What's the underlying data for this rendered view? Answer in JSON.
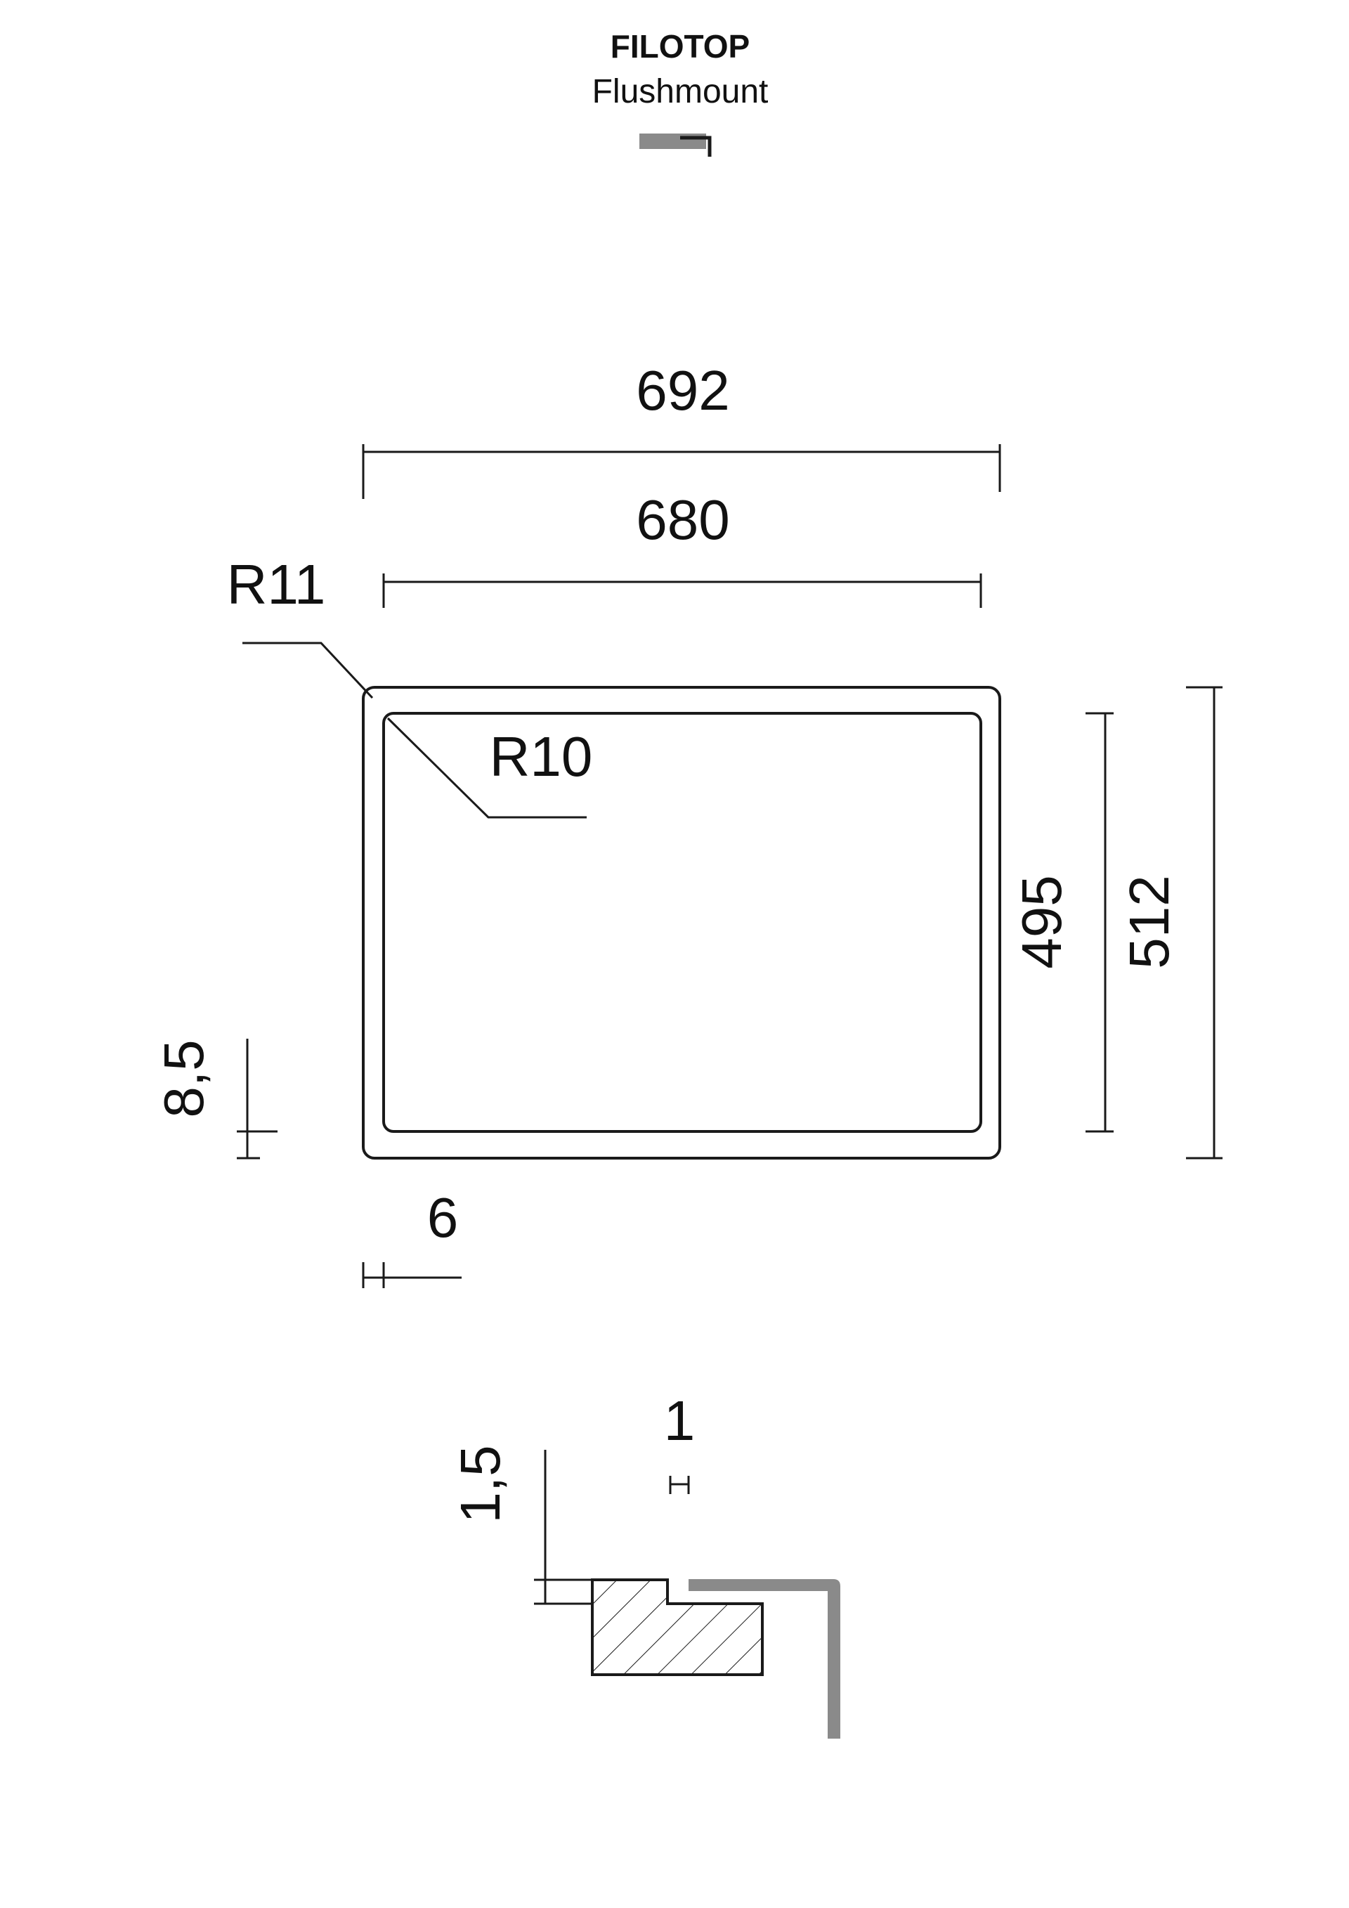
{
  "header": {
    "title": "FILOTOP",
    "subtitle": "Flushmount",
    "icon": "flushmount-profile-icon"
  },
  "plan_view": {
    "outer_width": "692",
    "inner_width": "680",
    "outer_radius": "R11",
    "inner_radius": "R10",
    "inner_height": "495",
    "outer_height": "512",
    "bottom_offset": "8,5",
    "side_offset": "6"
  },
  "section_view": {
    "gap": "1",
    "step_height": "1,5"
  },
  "colors": {
    "line": "#1a1a1a",
    "profile_gray": "#8a8a8a"
  }
}
